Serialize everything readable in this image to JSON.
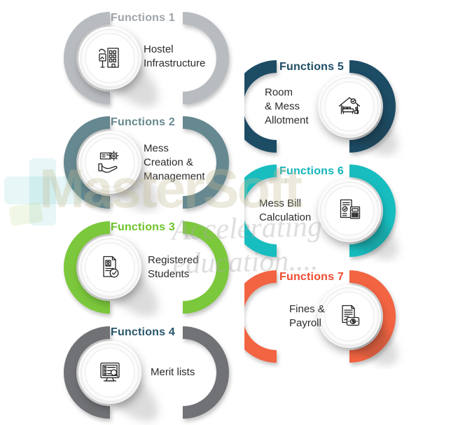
{
  "watermark": {
    "brand": "MasterSoft",
    "tagline": "Accelerating education...."
  },
  "colors": {
    "background": "#ffffff",
    "description_text": "#2b2b2b",
    "function1": "#b8bbbf",
    "function2": "#668890",
    "function3": "#7cc83c",
    "function4_ring": "#707276",
    "function4_label": "#27566b",
    "function5": "#1d4c65",
    "function6": "#17bdbf",
    "function7": "#f26442"
  },
  "functions": [
    {
      "label": "Functions 1",
      "title": "Hostel\nInfrastructure",
      "icon": "hostel-building-icon",
      "side": "left",
      "style": "--ring:#b8bbbf;--label:#9fa4a9"
    },
    {
      "label": "Functions 2",
      "title": "Mess\nCreation &\nManagement",
      "icon": "mess-management-icon",
      "side": "left",
      "style": "--ring:#668890;--label:#66888f"
    },
    {
      "label": "Functions 3",
      "title": "Registered\nStudents",
      "icon": "registered-students-icon",
      "side": "left",
      "style": "--ring:#7cc83c;--label:#6ec32b"
    },
    {
      "label": "Functions 4",
      "title": "Merit lists",
      "icon": "merit-lists-icon",
      "side": "left",
      "style": "--ring:#707276;--label:#27566b"
    },
    {
      "label": "Functions 5",
      "title": "Room\n& Mess\nAllotment",
      "icon": "room-mess-allotment-icon",
      "side": "right",
      "style": "--ring:#1d4c65;--label:#1d4c65"
    },
    {
      "label": "Functions 6",
      "title": "Mess Bill\nCalculation",
      "icon": "mess-bill-calculation-icon",
      "side": "right",
      "style": "--ring:#17bdbf;--label:#12b4ba"
    },
    {
      "label": "Functions 7",
      "title": "Fines &\nPayroll",
      "icon": "fines-payroll-icon",
      "side": "right",
      "style": "--ring:#f26442;--label:#ee4a2e"
    }
  ]
}
